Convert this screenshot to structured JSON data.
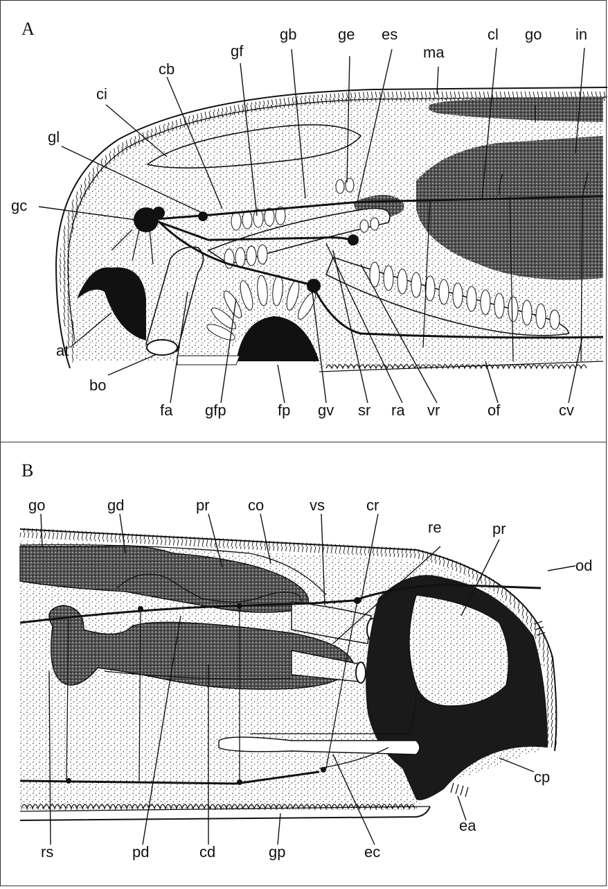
{
  "panels": [
    {
      "letter": "A",
      "labels": {
        "ma": "ma",
        "cl": "cl",
        "go": "go",
        "in": "in",
        "es": "es",
        "ge": "ge",
        "gb": "gb",
        "gf": "gf",
        "cb": "cb",
        "ci": "ci",
        "gl": "gl",
        "gc": "gc",
        "at": "at",
        "bo": "bo",
        "fa": "fa",
        "gfp": "gfp",
        "fp": "fp",
        "gv": "gv",
        "sr": "sr",
        "ra": "ra",
        "vr": "vr",
        "of": "of",
        "cv": "cv"
      }
    },
    {
      "letter": "B",
      "labels": {
        "go": "go",
        "gd": "gd",
        "pr": "pr",
        "co": "co",
        "vs": "vs",
        "cr": "cr",
        "re": "re",
        "pr2": "pr",
        "od": "od",
        "cp": "cp",
        "ea": "ea",
        "ec": "ec",
        "gp": "gp",
        "cd": "cd",
        "pd": "pd",
        "rs": "rs"
      }
    }
  ]
}
